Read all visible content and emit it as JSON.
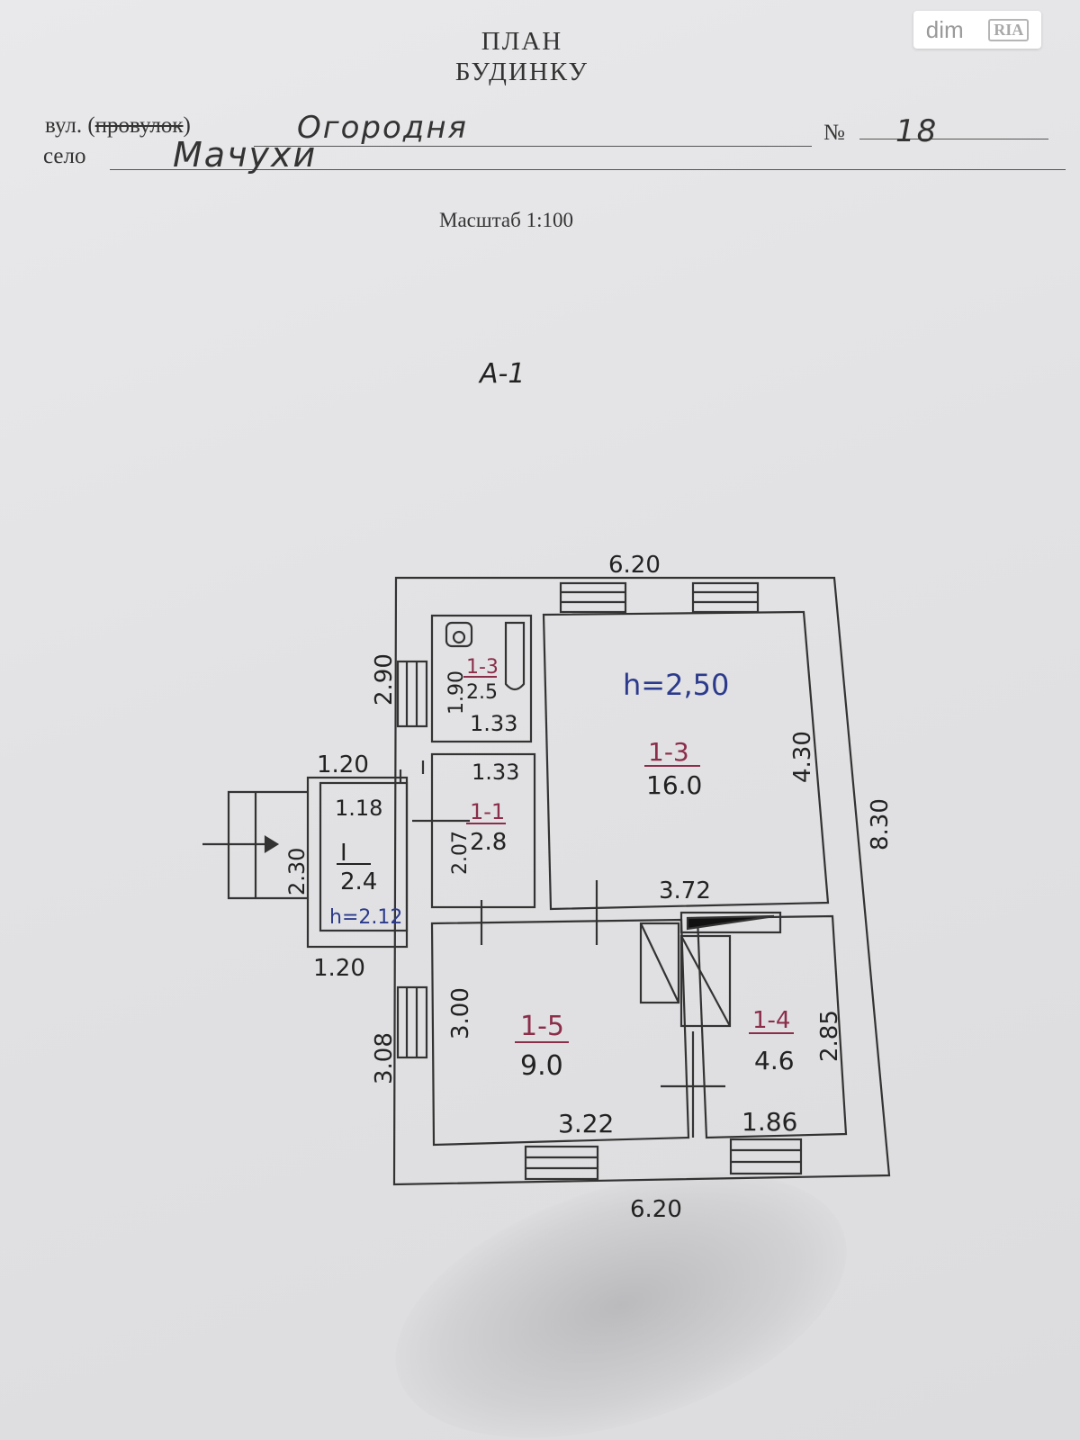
{
  "watermark": {
    "brand": "dim",
    "badge": "RIA"
  },
  "header": {
    "title_line1": "ПЛАН",
    "title_line2": "БУДИНКУ",
    "street_label_prefix": "вул. (",
    "street_label_struck": "провулок",
    "street_label_suffix": ")",
    "street_value": "Огородня",
    "number_label": "№",
    "number_value": "18",
    "village_label": "село",
    "village_value": "Мачухи",
    "scale": "Масштаб 1:100"
  },
  "plan": {
    "block_label": "А-1",
    "ceiling_height_main": "h=2,50",
    "ceiling_height_porch": "h=2.12",
    "dimensions": {
      "top": "6.20",
      "bottom": "6.20",
      "right": "8.30",
      "left_upper": "2.90",
      "left_lower": "3.08",
      "porch_top": "1.20",
      "porch_bottom": "1.20",
      "porch_inner_width": "1.18",
      "porch_height": "2.30",
      "bath_height": "1.90",
      "bath_width": "1.33",
      "hall_width": "1.33",
      "hall_height": "2.07",
      "living_height": "4.30",
      "living_width": "3.72",
      "kitchen_height": "3.00",
      "kitchen_width": "3.22",
      "room4_height": "2.85",
      "room4_width": "1.86"
    },
    "rooms": [
      {
        "id": "1-3",
        "area": "2.5"
      },
      {
        "id": "1-3",
        "area": "16.0"
      },
      {
        "id": "1-1",
        "area": "2.8"
      },
      {
        "id": "I",
        "area": "2.4"
      },
      {
        "id": "1-5",
        "area": "9.0"
      },
      {
        "id": "1-4",
        "area": "4.6"
      }
    ]
  }
}
